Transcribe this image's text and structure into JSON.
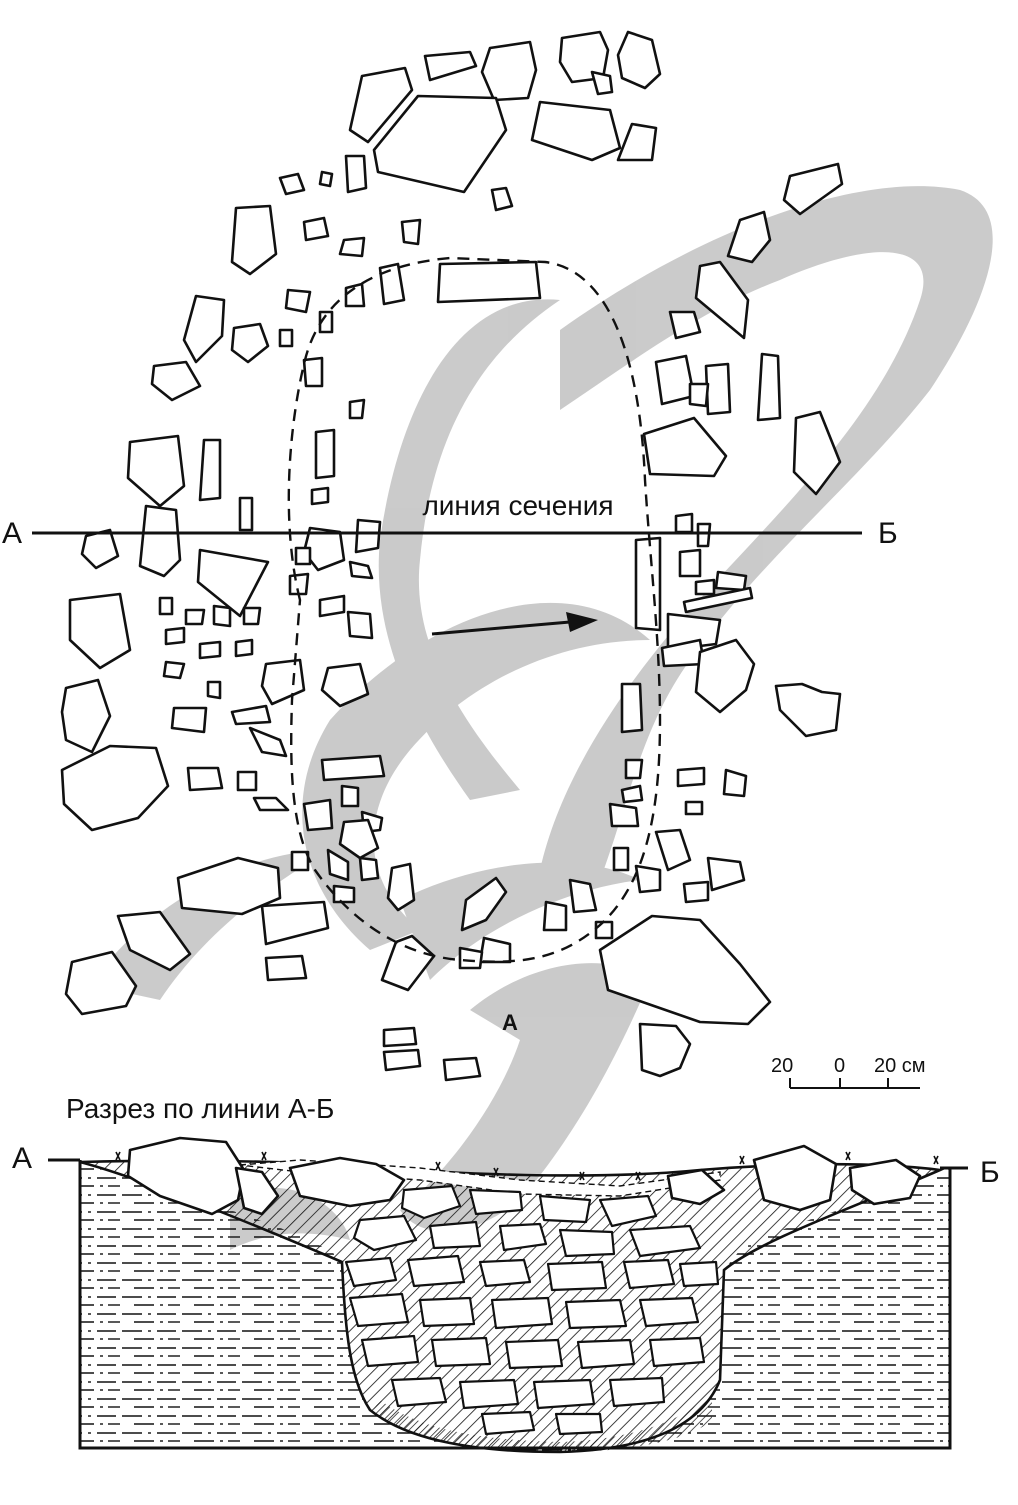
{
  "plan": {
    "section_line_label": "линия сечения",
    "left_point": "А",
    "right_point": "Б",
    "small_mark": "А"
  },
  "scale_bar": {
    "left_value": "20",
    "center_value": "0",
    "right_value": "20 см"
  },
  "section": {
    "title": "Разрез по линии А-Б",
    "left_point": "А",
    "right_point": "Б"
  },
  "colors": {
    "ink": "#111111",
    "watermark": "#c8c8c8",
    "background": "#ffffff"
  }
}
